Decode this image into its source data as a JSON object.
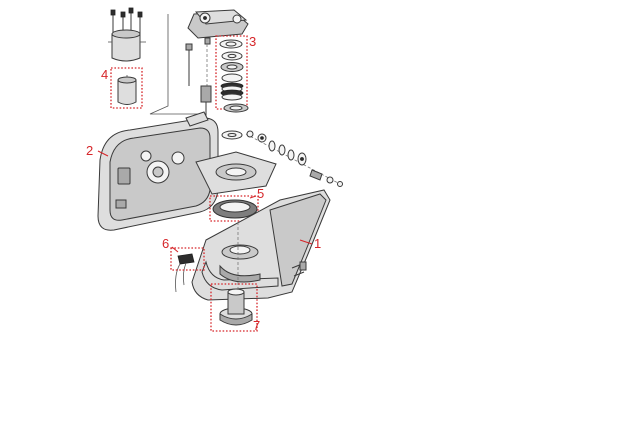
{
  "diagram": {
    "callouts": [
      {
        "id": "1",
        "label": "1"
      },
      {
        "id": "2",
        "label": "2"
      },
      {
        "id": "3",
        "label": "3"
      },
      {
        "id": "4",
        "label": "4"
      },
      {
        "id": "5",
        "label": "5"
      },
      {
        "id": "6",
        "label": "6"
      },
      {
        "id": "7",
        "label": "7"
      }
    ],
    "colors": {
      "callout": "#d6262a",
      "line": "#3a3a3a",
      "part_fill": "#c9c9c9",
      "background": "#ffffff"
    }
  }
}
